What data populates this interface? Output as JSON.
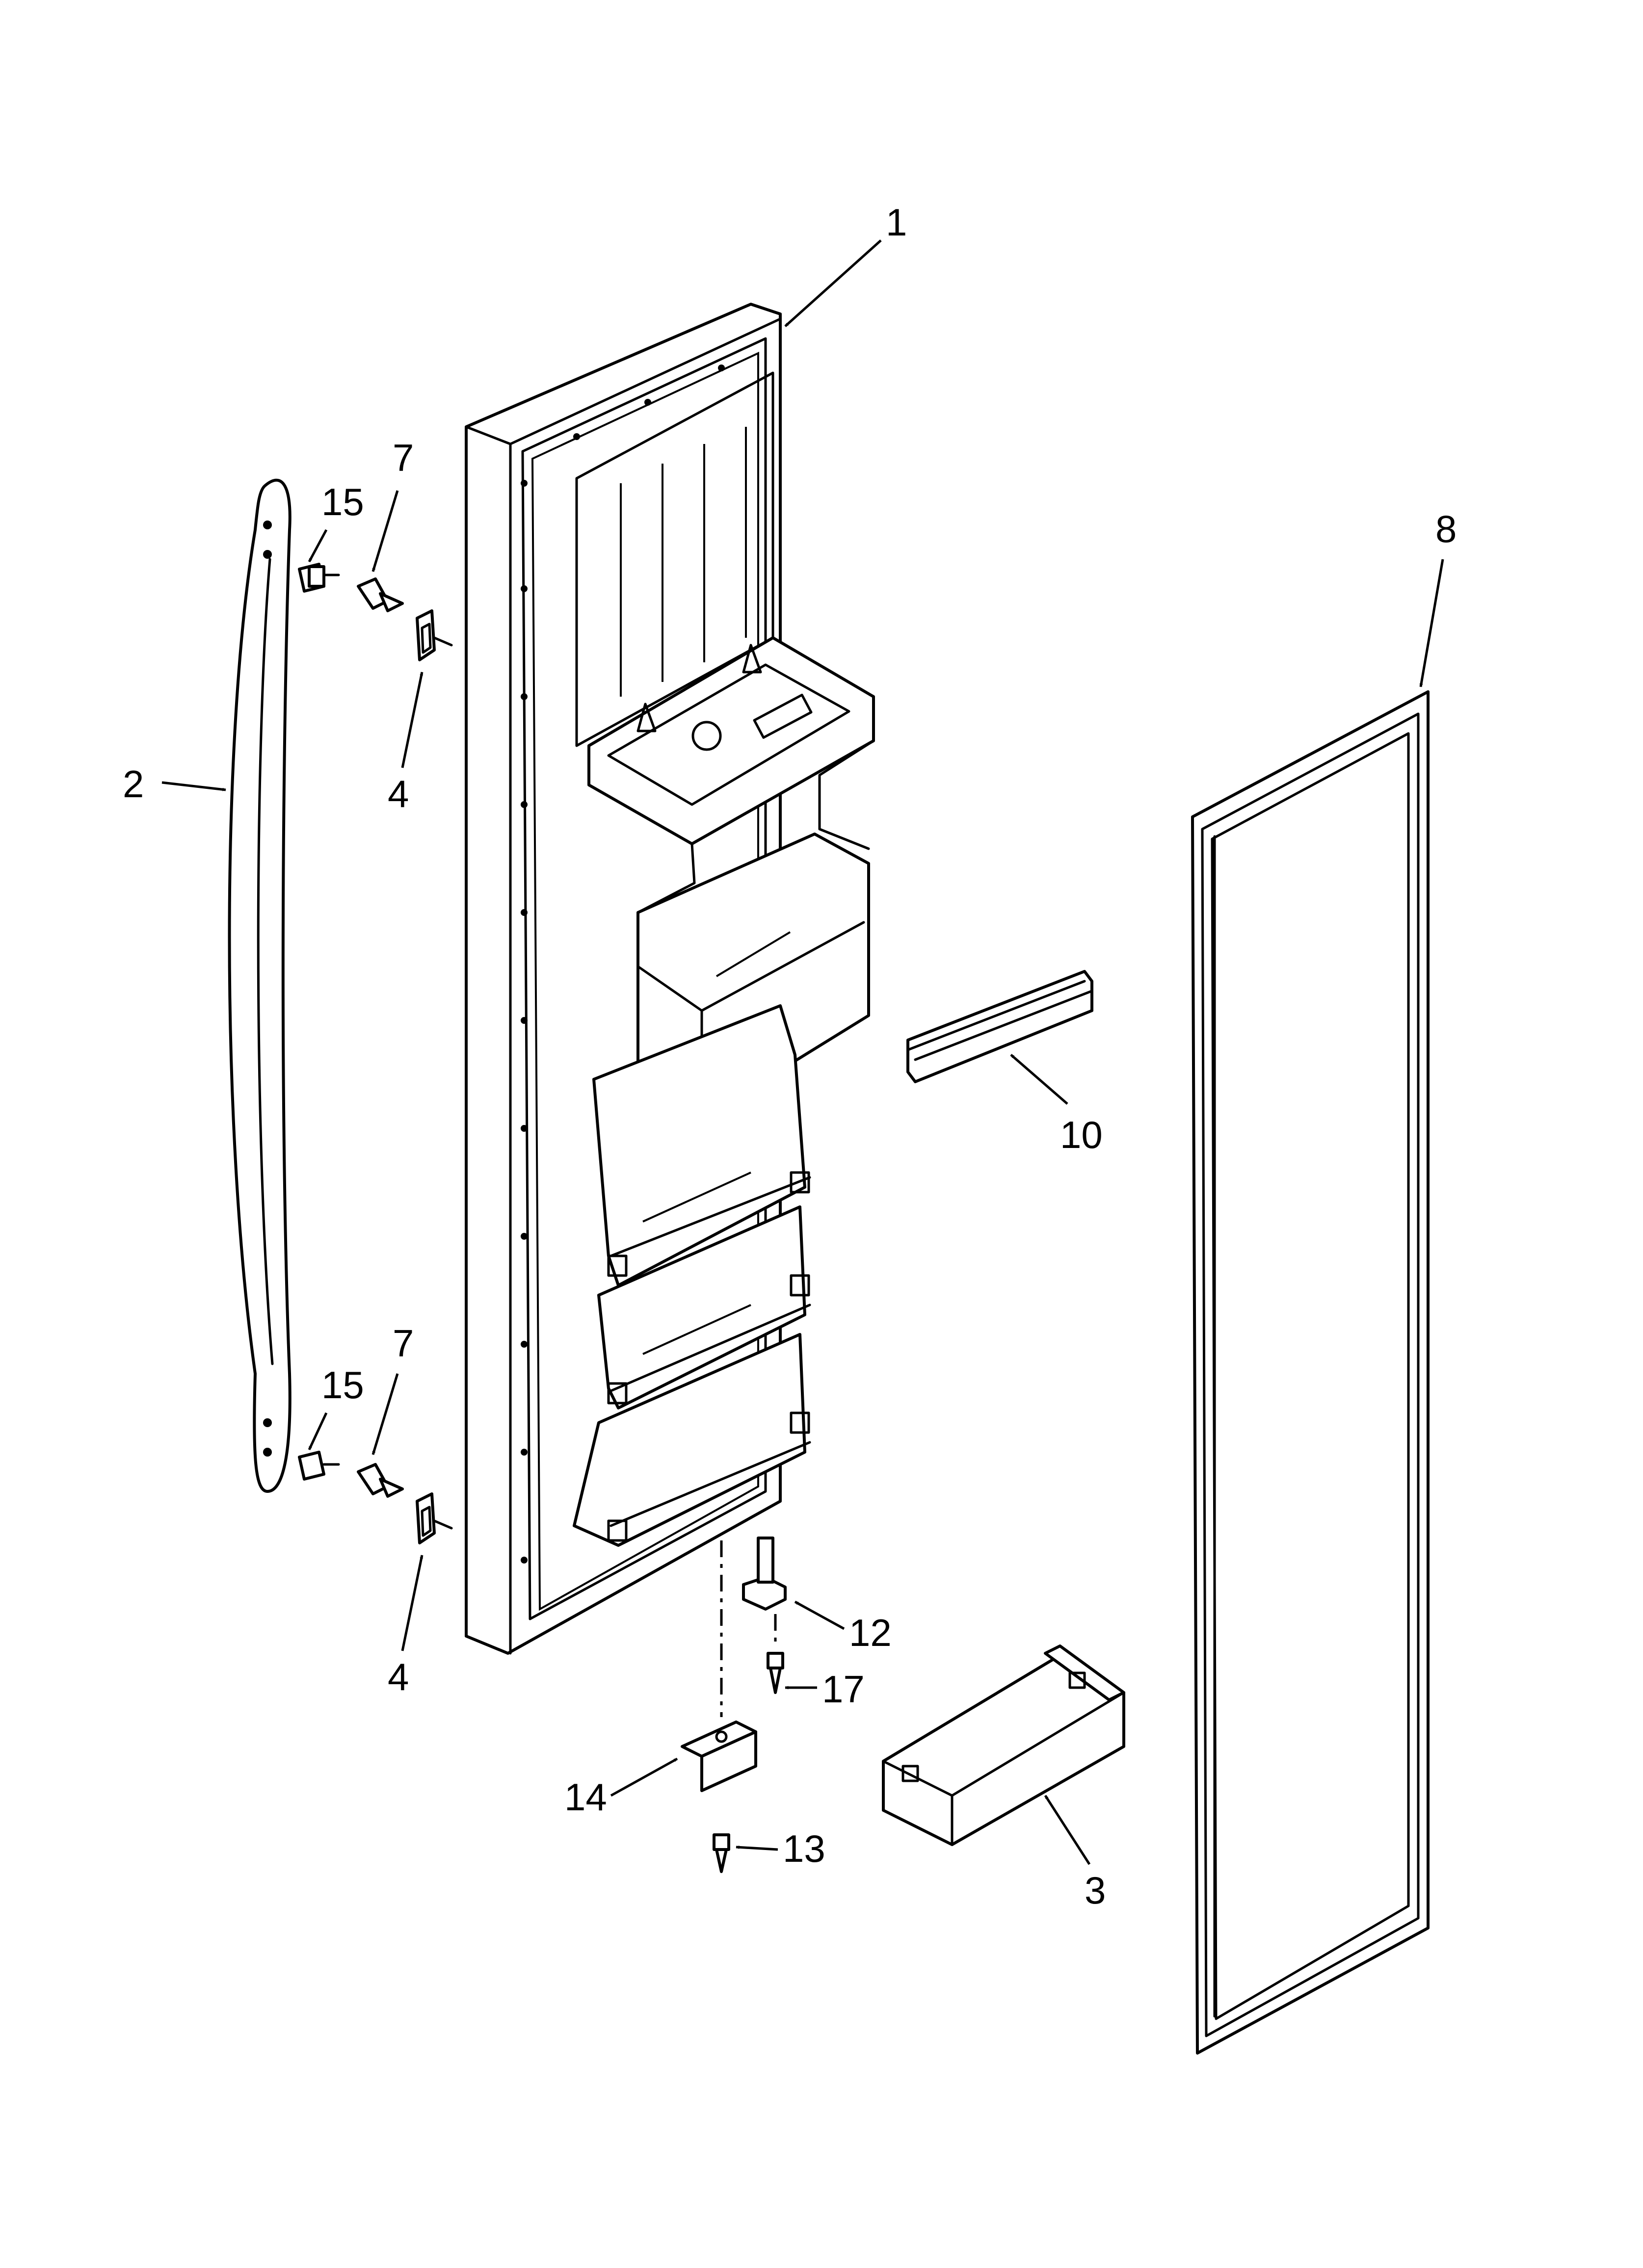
{
  "diagram": {
    "callouts": [
      {
        "id": "door",
        "label": "1"
      },
      {
        "id": "handle",
        "label": "2"
      },
      {
        "id": "shelf-bar",
        "label": "3"
      },
      {
        "id": "clip-top",
        "label": "4"
      },
      {
        "id": "clip-bottom",
        "label": "4"
      },
      {
        "id": "screw-7-top",
        "label": "7"
      },
      {
        "id": "screw-7-bottom",
        "label": "7"
      },
      {
        "id": "gasket",
        "label": "8"
      },
      {
        "id": "trim",
        "label": "10"
      },
      {
        "id": "hinge-pin",
        "label": "12"
      },
      {
        "id": "screw-13",
        "label": "13"
      },
      {
        "id": "hinge-bracket",
        "label": "14"
      },
      {
        "id": "screw-15-top",
        "label": "15"
      },
      {
        "id": "screw-15-bottom",
        "label": "15"
      },
      {
        "id": "screw-17",
        "label": "17"
      }
    ]
  }
}
